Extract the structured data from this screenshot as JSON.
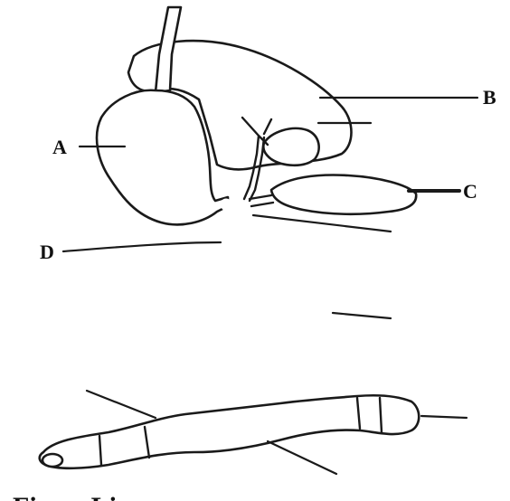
{
  "labels": {
    "a": "A",
    "b": "B",
    "c": "C",
    "d": "D"
  },
  "caption": "Fig .... Li... ...",
  "colors": {
    "ink": "#1a1a1a",
    "paper": "#ffffff"
  }
}
